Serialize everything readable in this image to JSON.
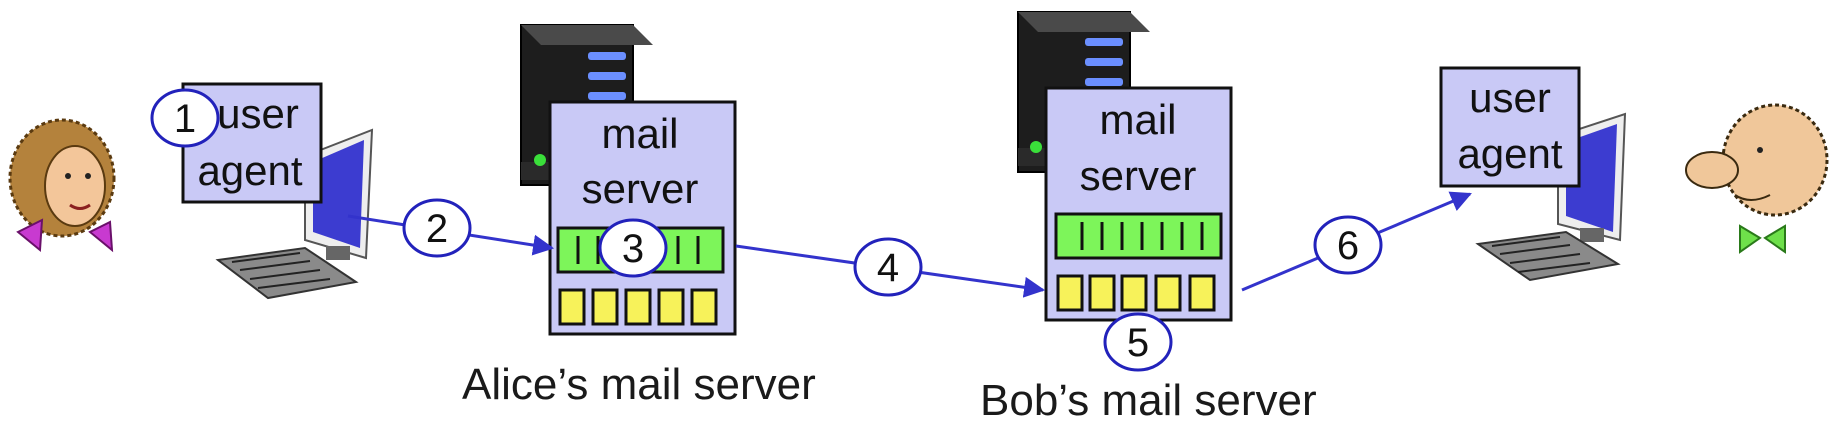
{
  "user_agent_left": {
    "line1": "user",
    "line2": "agent"
  },
  "user_agent_right": {
    "line1": "user",
    "line2": "agent"
  },
  "alice_server": {
    "line1": "mail",
    "line2": "server",
    "caption": "Alice’s mail server"
  },
  "bob_server": {
    "line1": "mail",
    "line2": "server",
    "caption": "Bob’s mail server"
  },
  "steps": [
    "1",
    "2",
    "3",
    "4",
    "5",
    "6"
  ],
  "colors": {
    "box_fill": "#c9c9f6",
    "box_stroke": "#111111",
    "queue_fill": "#7df55a",
    "mailbox_fill": "#f7f25a",
    "arrow": "#3333cc",
    "step_circle_stroke": "#2222bb"
  }
}
